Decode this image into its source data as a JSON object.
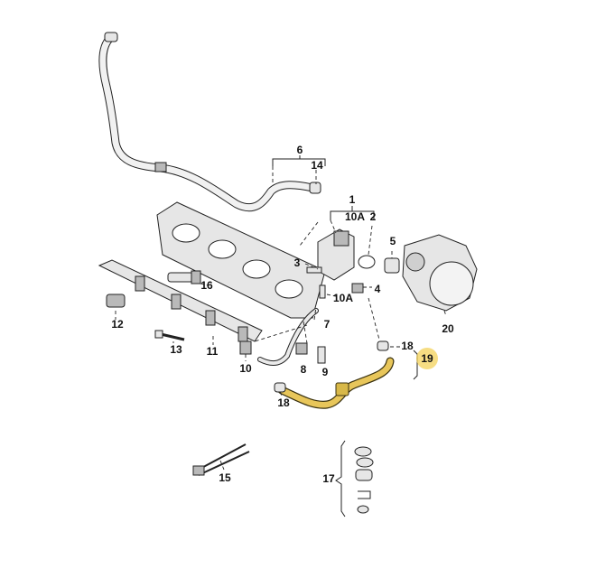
{
  "callouts": {
    "p1": "1",
    "p2": "2",
    "p3": "3",
    "p4": "4",
    "p5": "5",
    "p6": "6",
    "p7": "7",
    "p8": "8",
    "p9": "9",
    "p10": "10",
    "p10a_top": "10A",
    "p10a_bottom": "10A",
    "p11": "11",
    "p12": "12",
    "p13": "13",
    "p14": "14",
    "p15": "15",
    "p16": "16",
    "p17": "17",
    "p18_upper": "18",
    "p18_lower": "18",
    "p19": "19",
    "p20": "20"
  },
  "highlight": {
    "part": "19",
    "color": "#f3d25a"
  }
}
